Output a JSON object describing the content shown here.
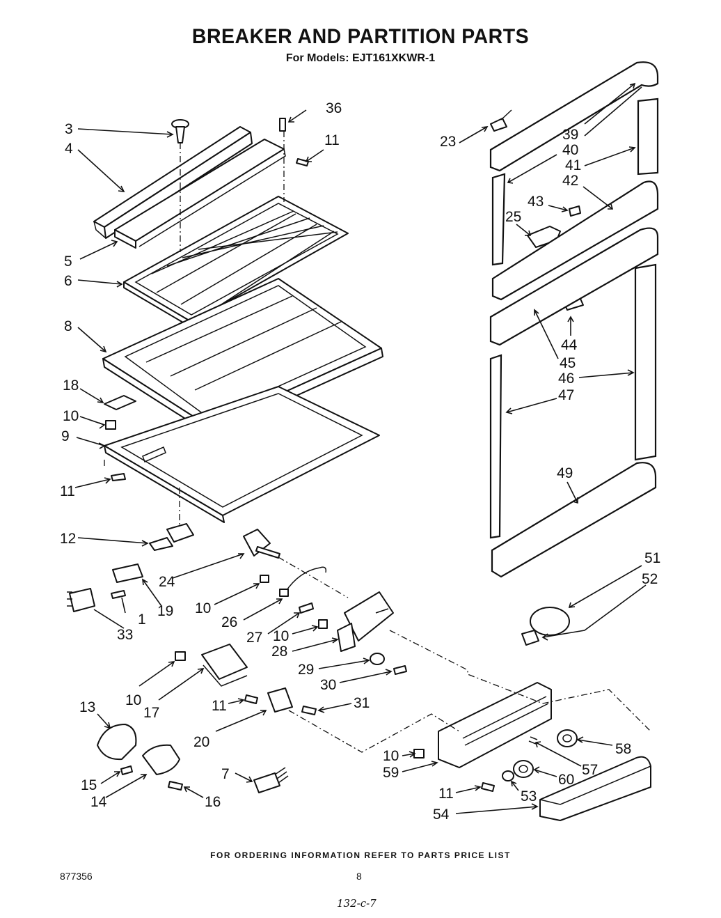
{
  "header": {
    "title": "BREAKER AND PARTITION PARTS",
    "subtitle": "For Models: EJT161XKWR-1"
  },
  "footer": {
    "ordering_note": "FOR ORDERING INFORMATION REFER TO PARTS PRICE LIST",
    "document_number": "877356",
    "page_number": "8",
    "handwritten_code": "132-c-7"
  },
  "labels": {
    "p1": "1",
    "p3": "3",
    "p4": "4",
    "p5": "5",
    "p6": "6",
    "p7": "7",
    "p8": "8",
    "p9": "9",
    "p10a": "10",
    "p10b": "10",
    "p10c": "10",
    "p10d": "10",
    "p10e": "10",
    "p11a": "11",
    "p11b": "11",
    "p11c": "11",
    "p11d": "11",
    "p12": "12",
    "p13": "13",
    "p14": "14",
    "p15": "15",
    "p16": "16",
    "p17": "17",
    "p18": "18",
    "p19": "19",
    "p20": "20",
    "p23": "23",
    "p24": "24",
    "p25": "25",
    "p26": "26",
    "p27": "27",
    "p28": "28",
    "p29": "29",
    "p30": "30",
    "p31": "31",
    "p33": "33",
    "p36": "36",
    "p39": "39",
    "p40": "40",
    "p41": "41",
    "p42": "42",
    "p43": "43",
    "p44": "44",
    "p45": "45",
    "p46": "46",
    "p47": "47",
    "p49": "49",
    "p51": "51",
    "p52": "52",
    "p53": "53",
    "p54": "54",
    "p57": "57",
    "p58": "58",
    "p59": "59",
    "p60": "60"
  }
}
